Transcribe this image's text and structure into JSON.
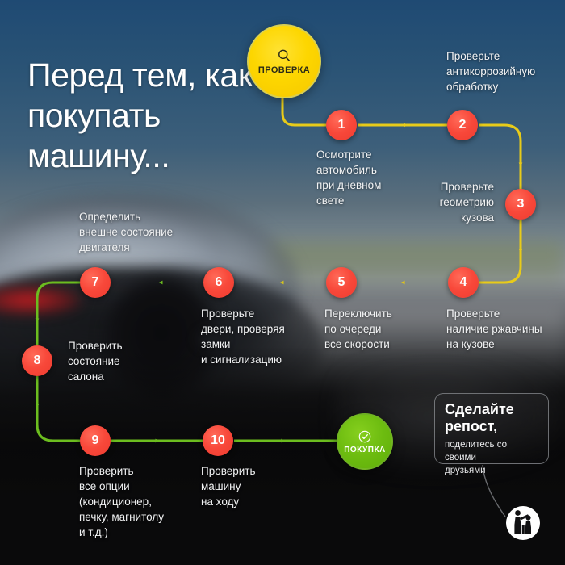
{
  "meta": {
    "language": "ru",
    "colors": {
      "node_red": "#f8483a",
      "badge_yellow": "#fdd600",
      "badge_green": "#6dbc10",
      "wire_yellow": "#e8cb19",
      "wire_green": "#6cbd1f",
      "text_white": "#f2f3f4",
      "sky_blue": "#1f4a73"
    }
  },
  "header": {
    "title": "Перед тем,\nкак покупать\nмашину..."
  },
  "start_badge": {
    "icon": "magnifier-icon",
    "label": "ПРОВЕРКА"
  },
  "end_badge": {
    "icon": "check-circle-icon",
    "label": "ПОКУПКА"
  },
  "steps": [
    {
      "num": "1",
      "text": "Осмотрите\nавтомобиль\nпри дневном\nсвете"
    },
    {
      "num": "2",
      "text": "Проверьте\nантикоррозийную\nобработку"
    },
    {
      "num": "3",
      "text": "Проверьте\nгеометрию\nкузова"
    },
    {
      "num": "4",
      "text": "Проверьте\nналичие ржавчины\nна кузове"
    },
    {
      "num": "5",
      "text": "Переключить\nпо очереди\nвсе скорости"
    },
    {
      "num": "6",
      "text": "Проверьте\nдвери, проверяя\nзамки\nи сигнализацию"
    },
    {
      "num": "7",
      "text": "Определить\nвнешне состояние\nдвигателя"
    },
    {
      "num": "8",
      "text": "Проверить\nсостояние\nсалона"
    },
    {
      "num": "9",
      "text": "Проверить\nвсе опции\n(кондиционер,\nпечку, магнитолу\nи т.д.)"
    },
    {
      "num": "10",
      "text": "Проверить\nмашину\nна ходу"
    }
  ],
  "repost": {
    "headline": "Сделайте\nрепост,",
    "subtext": "поделитесь со своими\nдрузьями",
    "icon": "people-handshake-icon"
  }
}
